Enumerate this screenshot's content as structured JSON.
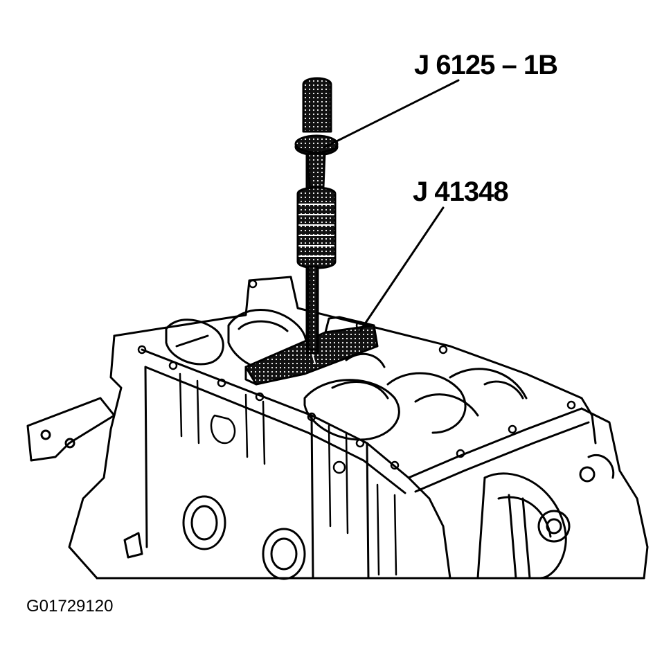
{
  "callouts": {
    "slide_hammer": "J 6125 – 1B",
    "remover": "J 41348"
  },
  "figure_id": "G01729120",
  "colors": {
    "line": "#000000",
    "background": "#ffffff",
    "tool_fill": "#1a1a1a"
  }
}
